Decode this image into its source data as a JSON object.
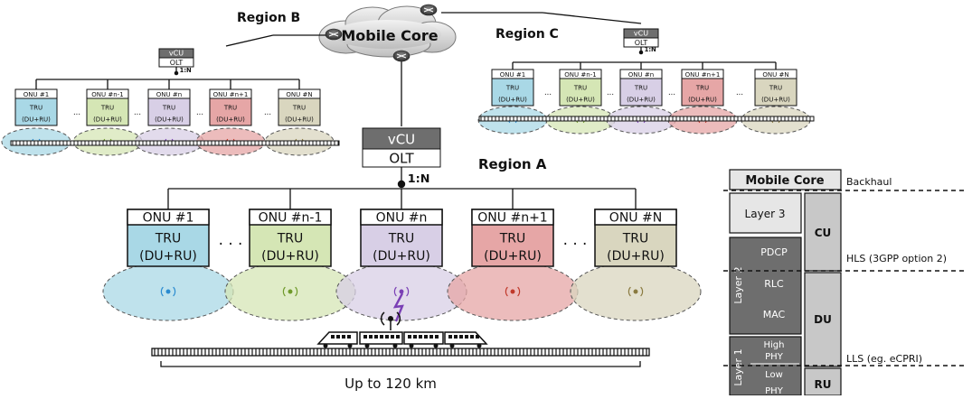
{
  "colors": [
    "#a9d8e6",
    "#d5e6b5",
    "#d8cfe6",
    "#e6a6a6",
    "#d9d6bf"
  ],
  "cloud": {
    "label": "Mobile Core"
  },
  "region_b": {
    "title": "Region B",
    "vcu": "vCU",
    "olt": "OLT",
    "ratio": "1:N",
    "onus": [
      {
        "name": "ONU #1",
        "tru": "TRU",
        "sub": "(DU+RU)"
      },
      {
        "name": "ONU #n-1",
        "tru": "TRU",
        "sub": "(DU+RU)"
      },
      {
        "name": "ONU #n",
        "tru": "TRU",
        "sub": "(DU+RU)"
      },
      {
        "name": "ONU #n+1",
        "tru": "TRU",
        "sub": "(DU+RU)"
      },
      {
        "name": "ONU #N",
        "tru": "TRU",
        "sub": "(DU+RU)"
      }
    ],
    "ellipsis": "..."
  },
  "region_c": {
    "title": "Region C",
    "vcu": "vCU",
    "olt": "OLT",
    "ratio": "1:N",
    "onus": [
      {
        "name": "ONU #1",
        "tru": "TRU",
        "sub": "(DU+RU)"
      },
      {
        "name": "ONU #n-1",
        "tru": "TRU",
        "sub": "(DU+RU)"
      },
      {
        "name": "ONU #n",
        "tru": "TRU",
        "sub": "(DU+RU)"
      },
      {
        "name": "ONU #n+1",
        "tru": "TRU",
        "sub": "(DU+RU)"
      },
      {
        "name": "ONU #N",
        "tru": "TRU",
        "sub": "(DU+RU)"
      }
    ],
    "ellipsis": "..."
  },
  "region_a": {
    "title": "Region A",
    "vcu": "vCU",
    "olt": "OLT",
    "ratio": "1:N",
    "onus": [
      {
        "name": "ONU #1",
        "tru": "TRU",
        "sub": "(DU+RU)"
      },
      {
        "name": "ONU #n-1",
        "tru": "TRU",
        "sub": "(DU+RU)"
      },
      {
        "name": "ONU #n",
        "tru": "TRU",
        "sub": "(DU+RU)"
      },
      {
        "name": "ONU #n+1",
        "tru": "TRU",
        "sub": "(DU+RU)"
      },
      {
        "name": "ONU #N",
        "tru": "TRU",
        "sub": "(DU+RU)"
      }
    ],
    "ellipsis": "· · ·",
    "distance": "Up to 120 km"
  },
  "stack": {
    "mobile_core": "Mobile Core",
    "backhaul": "Backhaul",
    "layer3": "Layer 3",
    "layer2": "Layer 2",
    "layer1": "Layer 1",
    "pdcp": "PDCP",
    "rlc": "RLC",
    "mac": "MAC",
    "high_phy": [
      "High",
      "PHY"
    ],
    "low_phy": [
      "Low",
      "PHY"
    ],
    "cu": "CU",
    "du": "DU",
    "ru": "RU",
    "hls": "HLS (3GPP option 2)",
    "lls": "LLS (eg. eCPRI)"
  }
}
